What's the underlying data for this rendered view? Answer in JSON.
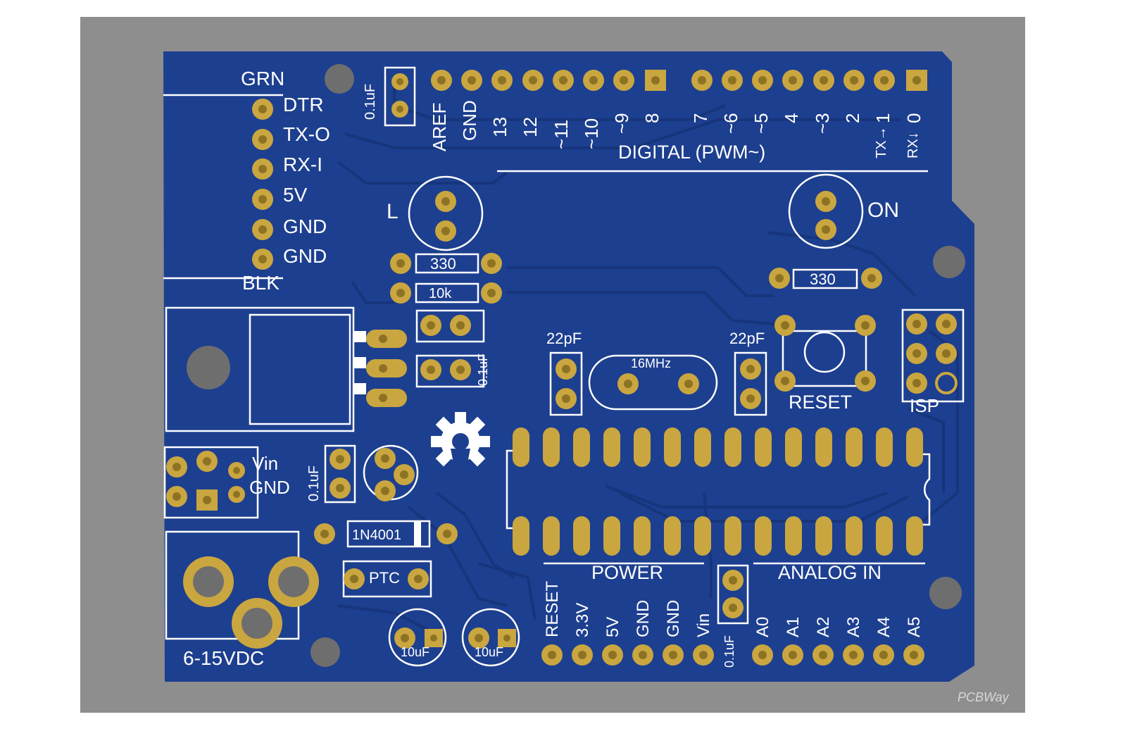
{
  "colors": {
    "background": "#8e8e8e",
    "board": "#1d3f8f",
    "trace": "#16357c",
    "silkscreen": "#ffffff",
    "pad": "#c9a640",
    "hole": "#6e6e6e"
  },
  "labels": {
    "grn": "GRN",
    "blk": "BLK",
    "ftdi": [
      "DTR",
      "TX-O",
      "RX-I",
      "5V",
      "GND",
      "GND"
    ],
    "cap_top": "0.1uF",
    "digital_pins_left": [
      "AREF",
      "GND",
      "13",
      "12",
      "~11",
      "~10",
      "~9",
      "8"
    ],
    "digital_pins_right": [
      "7",
      "~6",
      "~5",
      "4",
      "~3",
      "2",
      "1",
      "0"
    ],
    "tx": "TX→",
    "rx": "RX↓",
    "digital_header": "DIGITAL (PWM~)",
    "led_l": "L",
    "led_on": "ON",
    "res_330_left": "330",
    "res_10k": "10k",
    "res_330_right": "330",
    "cap_22pf_left": "22pF",
    "cap_22pf_right": "22pF",
    "crystal": "16MHz",
    "reset": "RESET",
    "isp": "ISP",
    "cap_01uf_stack": "0.1uF",
    "vin": "Vin",
    "gnd": "GND",
    "cap_01uf_left": "0.1uF",
    "diode": "1N4001",
    "ptc": "PTC",
    "vdc": "6-15VDC",
    "cap_10uf_1": "10uF",
    "cap_10uf_2": "10uF",
    "power_header": "POWER",
    "power_pins": [
      "RESET",
      "3.3V",
      "5V",
      "GND",
      "GND",
      "Vin"
    ],
    "cap_01uf_bottom": "0.1uF",
    "analog_header": "ANALOG IN",
    "analog_pins": [
      "A0",
      "A1",
      "A2",
      "A3",
      "A4",
      "A5"
    ],
    "watermark": "PCBWay"
  }
}
